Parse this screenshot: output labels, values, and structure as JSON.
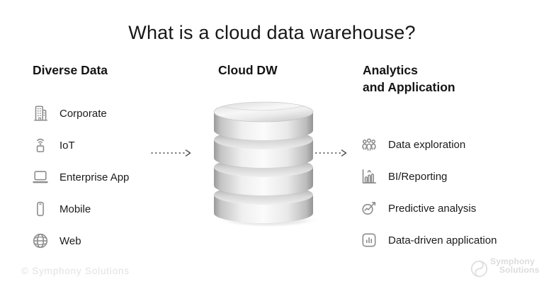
{
  "title": "What is a cloud data warehouse?",
  "columns": {
    "diverse_data": {
      "heading": "Diverse Data",
      "items": [
        {
          "icon": "building-icon",
          "label": "Corporate"
        },
        {
          "icon": "iot-icon",
          "label": "IoT"
        },
        {
          "icon": "laptop-icon",
          "label": "Enterprise App"
        },
        {
          "icon": "mobile-icon",
          "label": "Mobile"
        },
        {
          "icon": "globe-icon",
          "label": "Web"
        }
      ]
    },
    "cloud_dw": {
      "heading": "Cloud DW",
      "illustration": "metallic-database-cylinder-4-tiers"
    },
    "analytics": {
      "heading_line1": "Analytics",
      "heading_line2": "and Application",
      "items": [
        {
          "icon": "people-group-icon",
          "label": "Data exploration"
        },
        {
          "icon": "bar-chart-icon",
          "label": "BI/Reporting"
        },
        {
          "icon": "trend-magnifier-icon",
          "label": "Predictive analysis"
        },
        {
          "icon": "app-chart-icon",
          "label": "Data-driven application"
        }
      ]
    }
  },
  "flow": {
    "arrow_left": "diverse-data-to-cloud-dw",
    "arrow_right": "cloud-dw-to-analytics"
  },
  "footer": {
    "copyright": "© Symphony Solutions",
    "logo": {
      "icon": "symphony-swirl-icon",
      "line1": "Symphony",
      "line2": "Solutions"
    }
  },
  "colors": {
    "background": "#ffffff",
    "text": "#1a1a1a",
    "icon_stroke": "#8c8c8c",
    "arrow": "#4d4d4d",
    "footer_text": "#e2e2e2",
    "logo_gray": "#dfdfdf"
  }
}
